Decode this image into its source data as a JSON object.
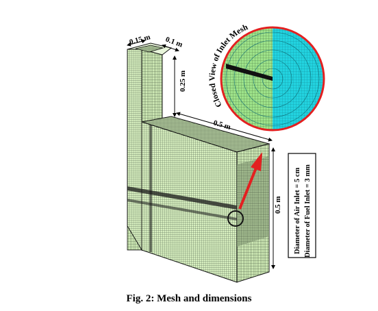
{
  "figure": {
    "caption": "Fig. 2: Mesh and dimensions",
    "dimensions": {
      "chimney_width": "0.15 m",
      "chimney_depth": "0.1 m",
      "chimney_height": "0.25 m",
      "box_length": "0.5 m",
      "box_height": "0.5 m"
    },
    "inset_title": "Closed View of Inlet Mesh",
    "notes": [
      "Diameter of Air Inlet = 5 cm",
      "Diameter of Fuel Inlet = 3 mm"
    ],
    "colors": {
      "mesh_fill": "#d6f0bd",
      "mesh_line": "#2b3a2b",
      "inset_fuel": "#22d3e0",
      "highlight": "#e32020"
    }
  }
}
